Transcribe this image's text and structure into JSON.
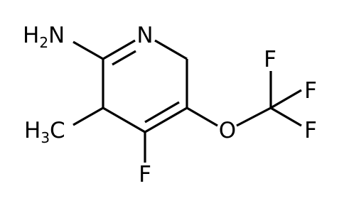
{
  "molecule": {
    "atoms": {
      "amine": {
        "main": "H",
        "sub": "2",
        "tail": "N"
      },
      "ring_n": "N",
      "methyl": {
        "main": "H",
        "sub": "3",
        "tail": "C"
      },
      "fluoro": "F",
      "ether_o": "O",
      "cf3_f_top": "F",
      "cf3_f_right": "F",
      "cf3_f_bottom": "F"
    }
  }
}
